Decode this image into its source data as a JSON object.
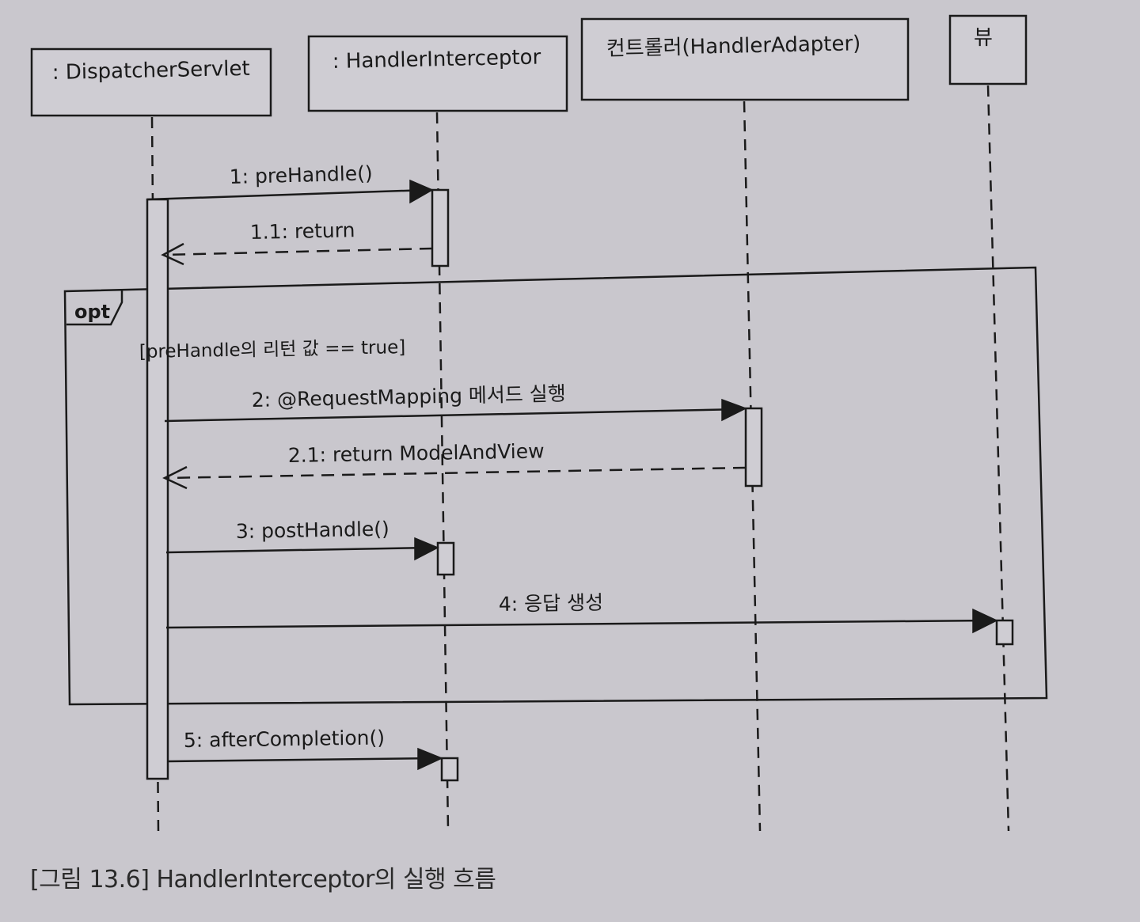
{
  "participants": [
    {
      "label": ": DispatcherServlet"
    },
    {
      "label": ": HandlerInterceptor"
    },
    {
      "label": "컨트롤러(HandlerAdapter)"
    },
    {
      "label": "뷰"
    }
  ],
  "frame": {
    "label": "opt",
    "guard": "[preHandle의 리턴 값 == true]"
  },
  "messages": [
    {
      "label": "1: preHandle()",
      "type": "sync"
    },
    {
      "label": "1.1: return",
      "type": "return"
    },
    {
      "label": "2: @RequestMapping 메서드 실행",
      "type": "sync"
    },
    {
      "label": "2.1: return ModelAndView",
      "type": "return"
    },
    {
      "label": "3: postHandle()",
      "type": "sync"
    },
    {
      "label": "4: 응답 생성",
      "type": "sync"
    },
    {
      "label": "5: afterCompletion()",
      "type": "sync"
    }
  ],
  "caption": "[그림 13.6] HandlerInterceptor의 실행 흐름",
  "colors": {
    "line": "#1a1a1a",
    "box_fill": "#cfcdd3"
  }
}
